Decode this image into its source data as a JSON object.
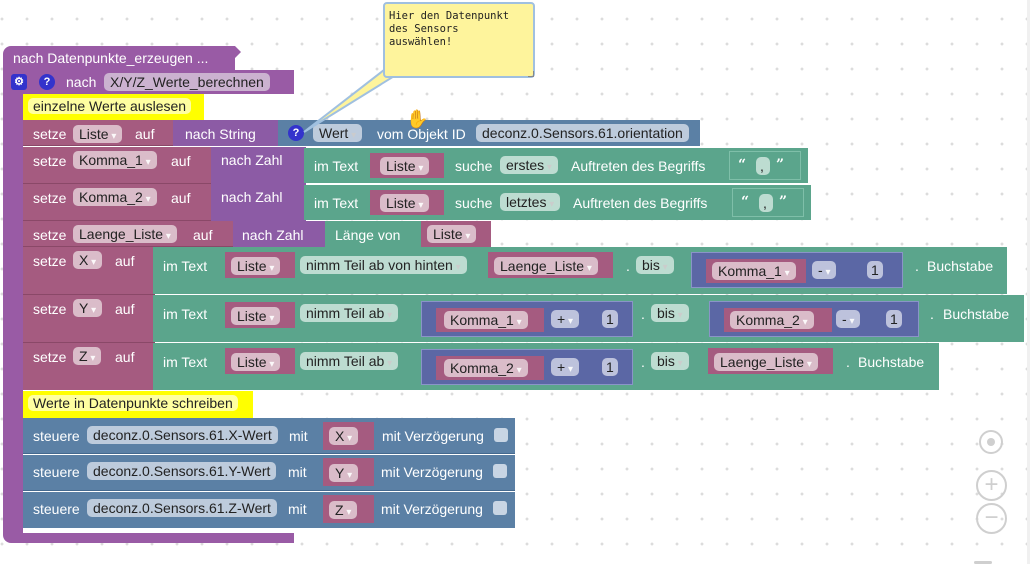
{
  "workspace": {
    "hat_block": {
      "label": "nach Datenpunkte_erzeugen ..."
    },
    "procedure": {
      "keyword": "nach",
      "name": "X/Y/Z_Werte_berechnen",
      "gear_icon": "gear-icon",
      "help_icon": "?"
    },
    "comments": [
      {
        "text": "einzelne Werte auslesen"
      },
      {
        "text": "Werte in Datenpunkte schreiben"
      }
    ],
    "tooltip_bubble": {
      "text": "Hier den Datenpunkt\ndes Sensors\nauswählen!"
    },
    "set_blocks": [
      {
        "setze": "setze",
        "var": "Liste",
        "auf": "auf",
        "conv": "nach String",
        "help": "?",
        "wert": "Wert",
        "vom": "vom Objekt ID",
        "object_id": "deconz.0.Sensors.61.orientation"
      },
      {
        "setze": "setze",
        "var": "Komma_1",
        "auf": "auf",
        "conv": "nach Zahl",
        "im_text": "im Text",
        "text_var": "Liste",
        "suche": "suche",
        "mode": "erstes",
        "auftreten": "Auftreten des Begriffs",
        "open_quote": "“",
        "search_term": ",",
        "close_quote": "”"
      },
      {
        "setze": "setze",
        "var": "Komma_2",
        "auf": "auf",
        "conv": "nach Zahl",
        "im_text": "im Text",
        "text_var": "Liste",
        "suche": "suche",
        "mode": "letztes",
        "auftreten": "Auftreten des Begriffs",
        "open_quote": "“",
        "search_term": ",",
        "close_quote": "”"
      },
      {
        "setze": "setze",
        "var": "Laenge_Liste",
        "auf": "auf",
        "conv": "nach Zahl",
        "laenge": "Länge von",
        "text_var": "Liste"
      },
      {
        "setze": "setze",
        "var": "X",
        "auf": "auf",
        "im_text": "im Text",
        "text_var": "Liste",
        "mode": "nimm Teil ab von hinten",
        "from_var": "Laenge_Liste",
        "dot1": ".",
        "bis": "bis",
        "to_var": "Komma_1",
        "op": "-",
        "num": "1",
        "dot2": ".",
        "buchstabe": "Buchstabe"
      },
      {
        "setze": "setze",
        "var": "Y",
        "auf": "auf",
        "im_text": "im Text",
        "text_var": "Liste",
        "mode": "nimm Teil ab",
        "from_var": "Komma_1",
        "from_op": "+",
        "from_num": "1",
        "dot1": ".",
        "bis": "bis",
        "to_var": "Komma_2",
        "op": "-",
        "num": "1",
        "dot2": ".",
        "buchstabe": "Buchstabe"
      },
      {
        "setze": "setze",
        "var": "Z",
        "auf": "auf",
        "im_text": "im Text",
        "text_var": "Liste",
        "mode": "nimm Teil ab",
        "from_var": "Komma_2",
        "from_op": "+",
        "from_num": "1",
        "dot1": ".",
        "bis": "bis",
        "to_var": "Laenge_Liste",
        "dot2": ".",
        "buchstabe": "Buchstabe"
      }
    ],
    "control_blocks": [
      {
        "steuere": "steuere",
        "object_id": "deconz.0.Sensors.61.X-Wert",
        "mit": "mit",
        "var": "X",
        "delay_label": "mit Verzögerung",
        "delay_checked": false
      },
      {
        "steuere": "steuere",
        "object_id": "deconz.0.Sensors.61.Y-Wert",
        "mit": "mit",
        "var": "Y",
        "delay_label": "mit Verzögerung",
        "delay_checked": false
      },
      {
        "steuere": "steuere",
        "object_id": "deconz.0.Sensors.61.Z-Wert",
        "mit": "mit",
        "var": "Z",
        "delay_label": "mit Verzögerung",
        "delay_checked": false
      }
    ],
    "controls": {
      "recenter": "target-icon",
      "zoom_in": "+",
      "zoom_out": "−"
    }
  }
}
